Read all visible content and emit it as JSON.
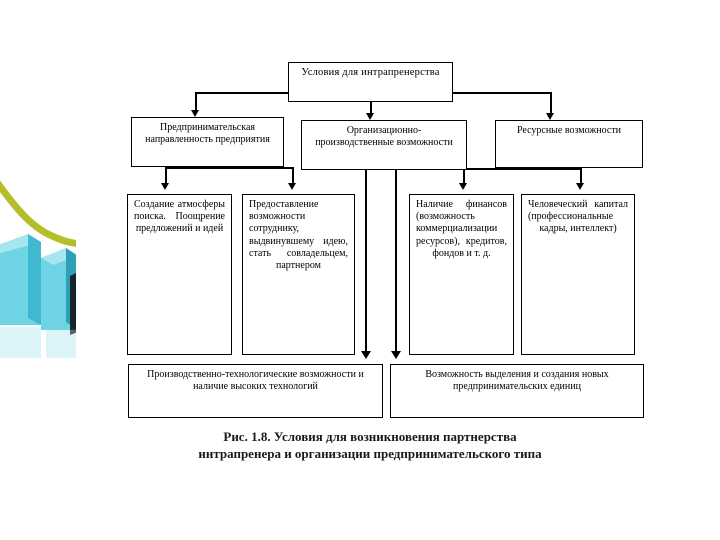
{
  "slide": {
    "background_color": "#ffffff",
    "caption": {
      "figure_number": "Рис. 1.8.",
      "line1": "Условия  для возникновения партнерства",
      "line2": "интрапренера и организации предпринимательского типа"
    }
  },
  "decor": {
    "name": "3d-bar-chart-decoration",
    "block_color": "#66d2e2",
    "block_top_color": "#9fe3ee",
    "block_shadow_color": "#0e8ba0",
    "curve_color": "#b5bd2a"
  },
  "diagram": {
    "type": "hierarchy-flowchart",
    "level1": {
      "id": "conditions-root",
      "text": "Условия для интрапренерства"
    },
    "level2": [
      {
        "id": "entrepreneurial-orientation",
        "text": "Предпринимательская направленность предприятия"
      },
      {
        "id": "organizational-production",
        "text": "Организационно-производственные возможности"
      },
      {
        "id": "resource-capabilities",
        "text": "Ресурсные возможности"
      }
    ],
    "level3": [
      {
        "id": "search-atmosphere",
        "text": "Создание атмосферы поиска. Поощрение предложений и идей"
      },
      {
        "id": "co-owner-opportunity",
        "text": "Предоставление возможности сотруднику, выдвинувшему идею, стать совладельцем, партнером"
      },
      {
        "id": "finance-availability",
        "text": "Наличие финансов (возможность коммерциализации ресурсов), кредитов, фондов и т. д."
      },
      {
        "id": "human-capital",
        "text": "Человеческий капитал (профессиональные кадры, интеллект)"
      }
    ],
    "bottom": [
      {
        "id": "production-technology",
        "text": "Производственно-технологические возможности и наличие высоких технологий"
      },
      {
        "id": "new-business-units",
        "text": "Возможность выделения и создания новых предпринимательских единиц"
      }
    ]
  }
}
